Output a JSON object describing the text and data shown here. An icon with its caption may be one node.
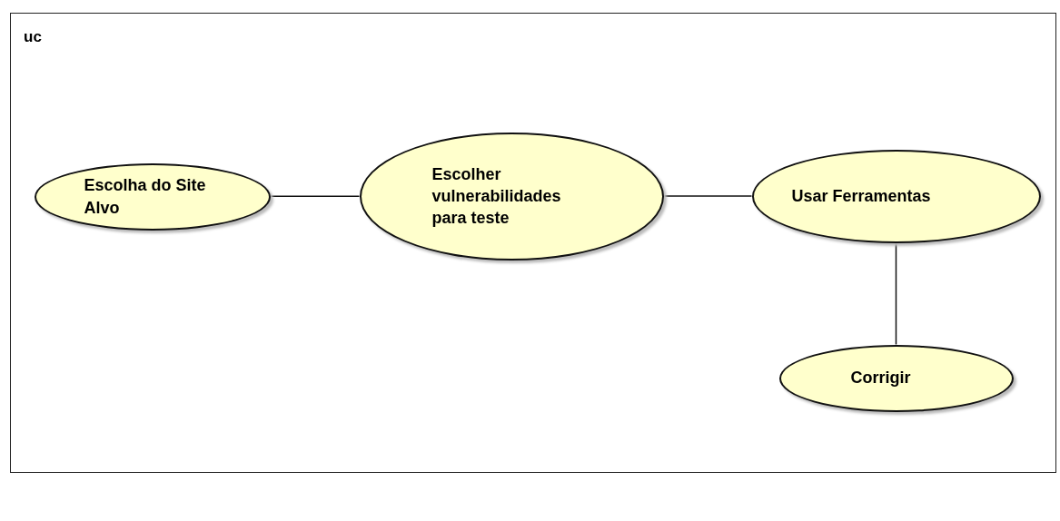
{
  "diagram": {
    "nodes": [
      {
        "text": [
          "uc"
        ]
      },
      {
        "text": [
          "Escolha do Site Alvo"
        ],
        "in": 0
      },
      {
        "text": [
          "Escolher vulnerabilidades para teste"
        ],
        "in": 0
      },
      {
        "text": [
          "Usar Ferramentas"
        ],
        "in": 0
      },
      {
        "text": [
          "Corrigir"
        ],
        "in": 0
      }
    ],
    "edges": [
      {
        "from": 1,
        "to": 2,
        "arrow": "none"
      },
      {
        "from": 2,
        "to": 3,
        "arrow": "none"
      },
      {
        "from": 3,
        "to": 4,
        "arrow": "none"
      }
    ]
  }
}
